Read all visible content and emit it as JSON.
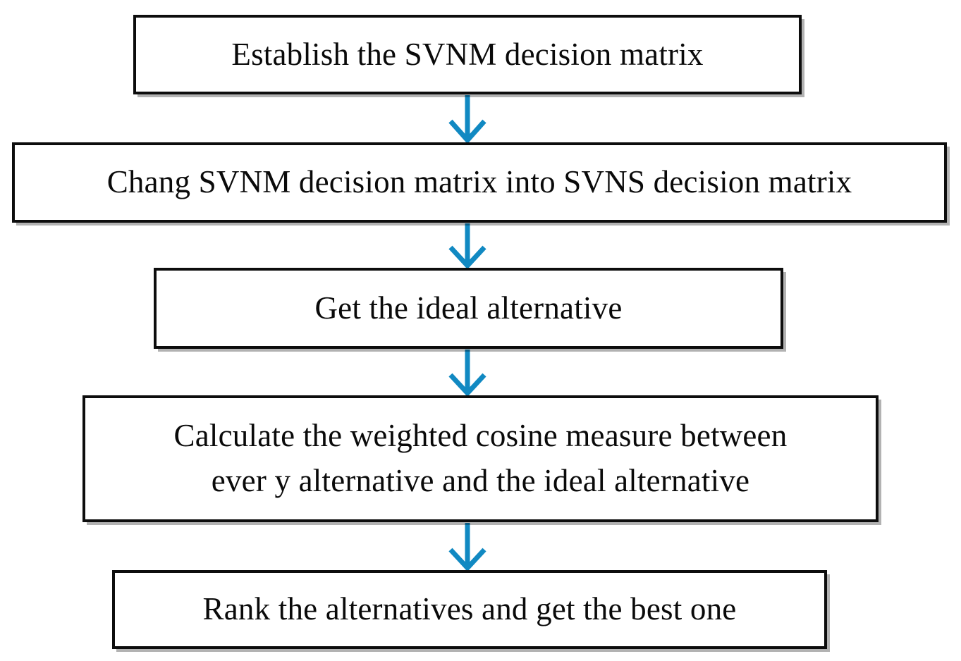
{
  "diagram": {
    "title": "SVNM decision-making flowchart",
    "background_color": "#ffffff",
    "box_border_color": "#0d0d0d",
    "arrow_color": "#1189c2",
    "text_color": "#0a0a0a",
    "nodes": [
      {
        "id": "step-1",
        "label": "Establish the SVNM decision matrix"
      },
      {
        "id": "step-2",
        "label": "Chang SVNM decision matrix into SVNS decision matrix"
      },
      {
        "id": "step-3",
        "label": "Get the ideal alternative"
      },
      {
        "id": "step-4",
        "label": "Calculate the weighted cosine measure between\never y alternative and the ideal alternative"
      },
      {
        "id": "step-5",
        "label": "Rank the alternatives and get the best one"
      }
    ],
    "connectors": [
      {
        "id": "arrow-1-2",
        "from": "step-1",
        "to": "step-2",
        "direction": "down"
      },
      {
        "id": "arrow-2-3",
        "from": "step-2",
        "to": "step-3",
        "direction": "down"
      },
      {
        "id": "arrow-3-4",
        "from": "step-3",
        "to": "step-4",
        "direction": "down"
      },
      {
        "id": "arrow-4-5",
        "from": "step-4",
        "to": "step-5",
        "direction": "down"
      }
    ]
  }
}
